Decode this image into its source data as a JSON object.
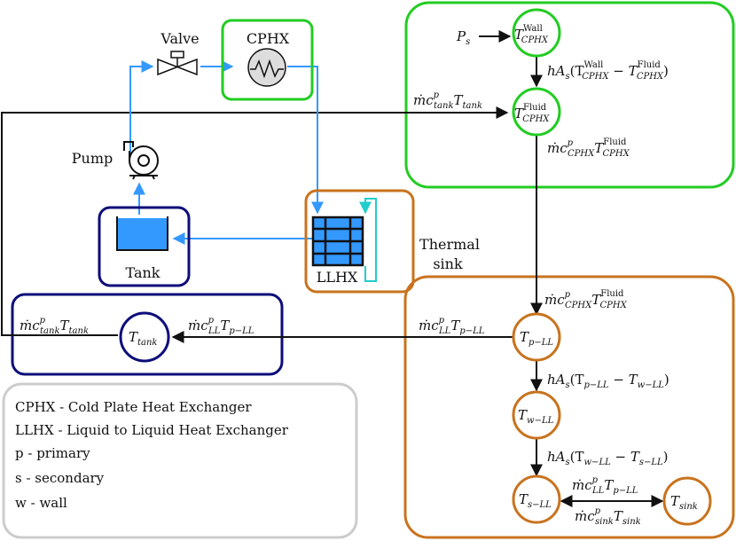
{
  "components": {
    "valve": "Valve",
    "cphx": "CPHX",
    "pump": "Pump",
    "tank": "Tank",
    "llhx": "LLHX",
    "thermal_sink_line1": "Thermal",
    "thermal_sink_line2": "sink"
  },
  "nodes": {
    "t_cphx_wall": {
      "base": "T",
      "sup": "Wall",
      "sub": "CPHX"
    },
    "t_cphx_fluid": {
      "base": "T",
      "sup": "Fluid",
      "sub": "CPHX"
    },
    "t_tank": {
      "base": "T",
      "sub": "tank"
    },
    "t_p_ll": {
      "base": "T",
      "sub": "p−LL"
    },
    "t_w_ll": {
      "base": "T",
      "sub": "w−LL"
    },
    "t_s_ll": {
      "base": "T",
      "sub": "s−LL"
    },
    "t_sink": {
      "base": "T",
      "sub": "sink"
    }
  },
  "equations": {
    "ps": {
      "base": "P",
      "sub": "s"
    },
    "ha_cphx": {
      "pre": "hA",
      "pre_sub": "s",
      "body": "(T",
      "sup1": "Wall",
      "sub1": "CPHX",
      "mid": " − T",
      "sup2": "Fluid",
      "sub2": "CPHX",
      "end": ")"
    },
    "mc_tank_in": {
      "text": "ṁc",
      "sup": "p",
      "sub": "tank",
      "rest": "T",
      "rest_sub": "tank"
    },
    "mc_cphx_out": {
      "text": "ṁc",
      "sup": "p",
      "sub": "CPHX",
      "rest": "T",
      "rest_sup": "Fluid",
      "rest_sub": "CPHX"
    },
    "mc_cphx_in": {
      "text": "ṁc",
      "sup": "p",
      "sub": "CPHX",
      "rest": "T",
      "rest_sup": "Fluid",
      "rest_sub": "CPHX"
    },
    "mc_ll_left": {
      "text": "ṁc",
      "sup": "p",
      "sub": "LL",
      "rest": "T",
      "rest_sub": "p−LL"
    },
    "mc_tank_left": {
      "text": "ṁc",
      "sup": "p",
      "sub": "tank",
      "rest": "T",
      "rest_sub": "tank"
    },
    "mc_ll_mid": {
      "text": "ṁc",
      "sup": "p",
      "sub": "LL",
      "rest": "T",
      "rest_sub": "p−LL"
    },
    "ha_p_w": {
      "pre": "hA",
      "pre_sub": "s",
      "body": "(T",
      "sub1": "p−LL",
      "mid": " − T",
      "sub2": "w−LL",
      "end": ")"
    },
    "ha_w_s": {
      "pre": "hA",
      "pre_sub": "s",
      "body": "(T",
      "sub1": "w−LL",
      "mid": " − T",
      "sub2": "s−LL",
      "end": ")"
    },
    "mc_ll_sink": {
      "text": "ṁc",
      "sup": "p",
      "sub": "LL",
      "rest": "T",
      "rest_sub": "p−LL"
    },
    "mc_sink": {
      "text": "ṁc",
      "sup": "p",
      "sub": "sink",
      "rest": "T",
      "rest_sub": "sink"
    }
  },
  "legend": [
    "CPHX - Cold Plate Heat Exchanger",
    "LLHX - Liquid to Liquid Heat Exchanger",
    "p - primary",
    "s - secondary",
    "w - wall"
  ],
  "colors": {
    "green": "#22cc22",
    "navy": "#0d0d7a",
    "orange": "#c8731e",
    "blue_flow": "#3399ff",
    "cyan": "#22cccc",
    "tank_fill": "#3399ff",
    "grey_box": "#cccccc"
  }
}
